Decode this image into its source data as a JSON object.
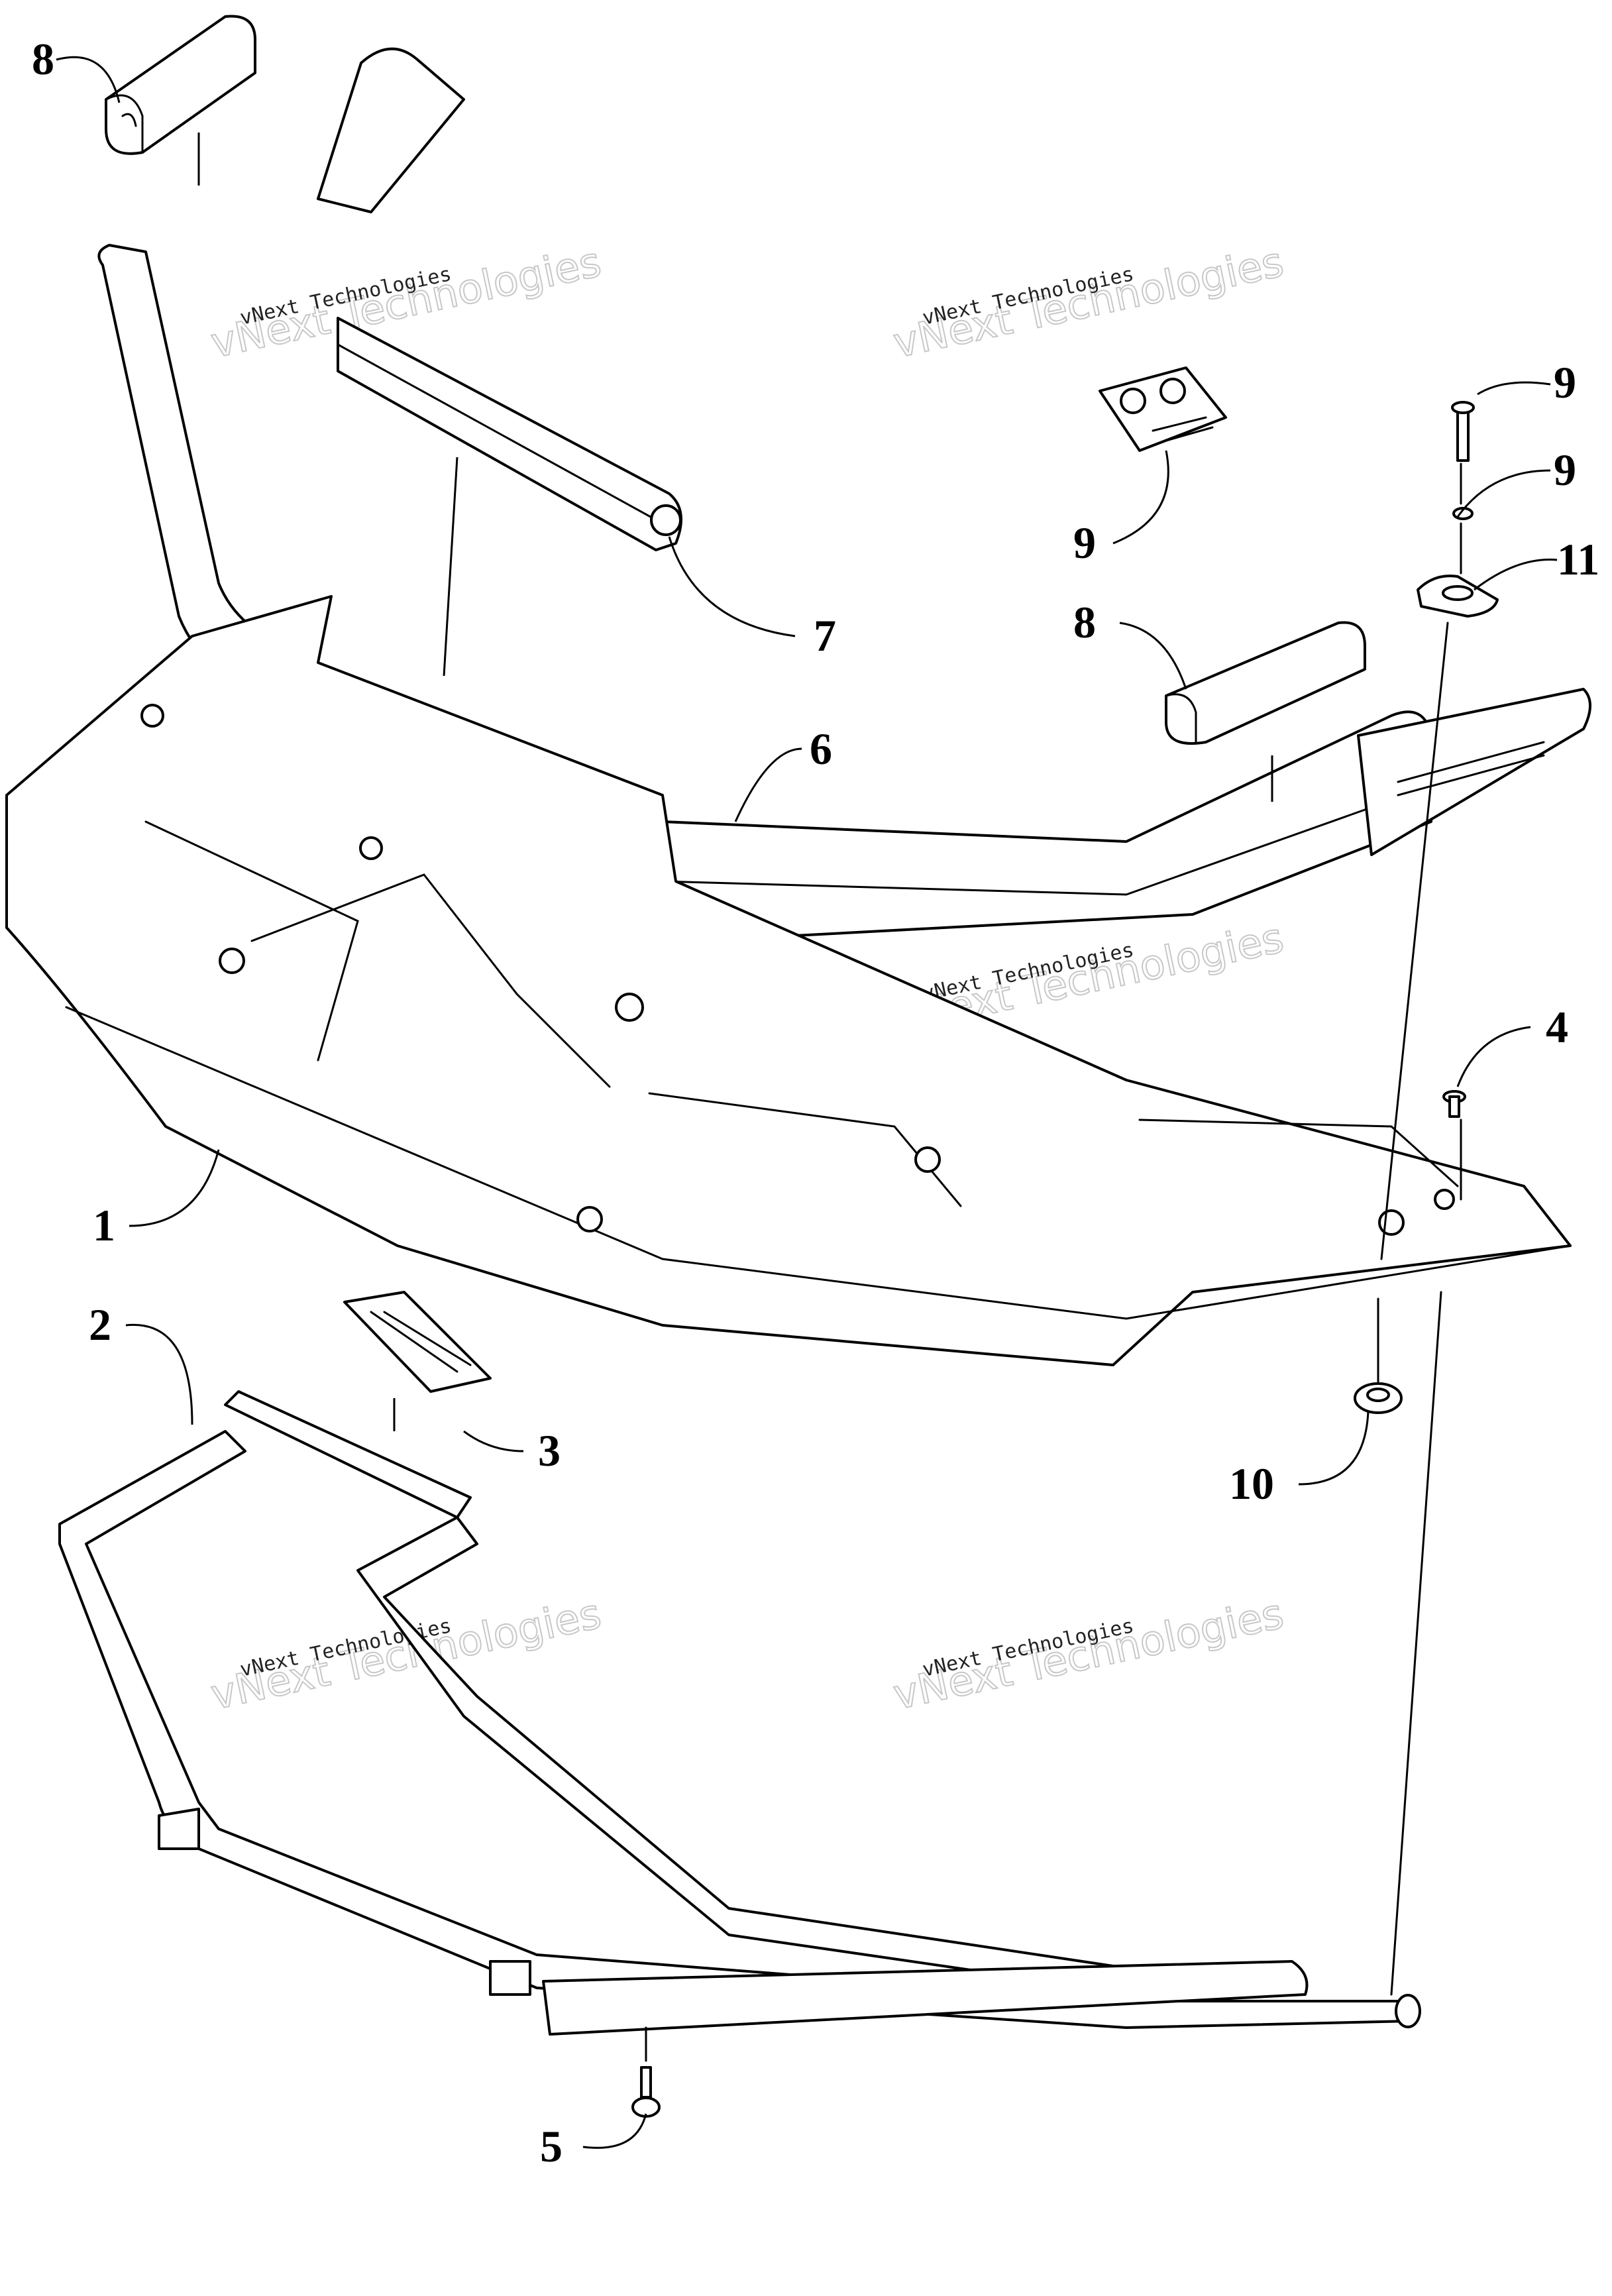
{
  "diagram": {
    "callouts": [
      {
        "id": "c8a",
        "label": "8"
      },
      {
        "id": "c7",
        "label": "7"
      },
      {
        "id": "c6",
        "label": "6"
      },
      {
        "id": "c9a",
        "label": "9"
      },
      {
        "id": "c9b",
        "label": "9"
      },
      {
        "id": "c9c",
        "label": "9"
      },
      {
        "id": "c11",
        "label": "11"
      },
      {
        "id": "c8b",
        "label": "8"
      },
      {
        "id": "c4",
        "label": "4"
      },
      {
        "id": "c1",
        "label": "1"
      },
      {
        "id": "c2",
        "label": "2"
      },
      {
        "id": "c3",
        "label": "3"
      },
      {
        "id": "c10",
        "label": "10"
      },
      {
        "id": "c5",
        "label": "5"
      }
    ],
    "watermark": {
      "line1": "vNext Technologies",
      "line2": "vNext Technologies"
    }
  },
  "colors": {
    "ink": "#000000",
    "paper": "#ffffff",
    "watermark": "#c8c8c8"
  }
}
